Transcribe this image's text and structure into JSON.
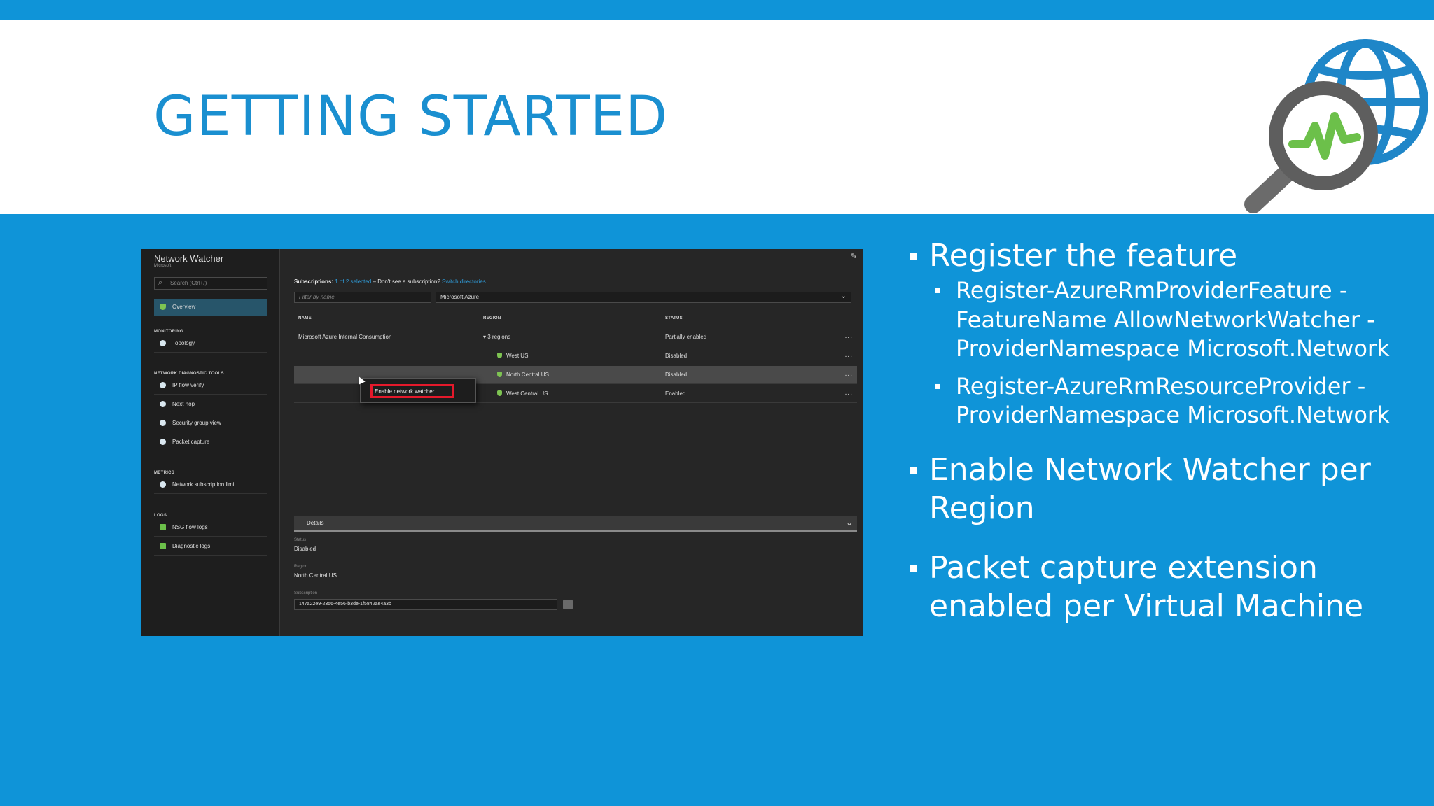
{
  "slide": {
    "title": "GETTING STARTED",
    "colors": {
      "blue": "#0f94d8",
      "title_blue": "#1a8fd0",
      "white": "#ffffff"
    },
    "logo_icon": "network-watcher-globe-magnifier-icon"
  },
  "screenshot": {
    "app_title": "Network Watcher",
    "app_subtitle": "Microsoft",
    "search_placeholder": "Search (Ctrl+/)",
    "nav": {
      "overview": "Overview",
      "monitoring_header": "MONITORING",
      "topology": "Topology",
      "diag_header": "NETWORK DIAGNOSTIC TOOLS",
      "ip_flow": "IP flow verify",
      "next_hop": "Next hop",
      "sec_group": "Security group view",
      "packet_capture": "Packet capture",
      "metrics_header": "METRICS",
      "net_sub_limit": "Network subscription limit",
      "logs_header": "LOGS",
      "nsg_flow": "NSG flow logs",
      "diag_logs": "Diagnostic logs"
    },
    "subscriptions_label": "Subscriptions:",
    "subscriptions_selected": "1 of 2 selected",
    "subscriptions_question": "– Don't see a subscription?",
    "switch_directories": "Switch directories",
    "filter_placeholder": "Filter by name",
    "subscription_dropdown": "Microsoft Azure",
    "columns": {
      "name": "NAME",
      "region": "REGION",
      "status": "STATUS"
    },
    "rows": [
      {
        "name": "Microsoft Azure Internal Consumption",
        "region": "▾ 3 regions",
        "status": "Partially enabled"
      },
      {
        "name": "",
        "region": "West US",
        "status": "Disabled"
      },
      {
        "name": "",
        "region": "North Central US",
        "status": "Disabled"
      },
      {
        "name": "",
        "region": "West Central US",
        "status": "Enabled"
      }
    ],
    "row_menu": "...",
    "context_menu_item": "Enable network watcher",
    "details": {
      "header": "Details",
      "status_label": "Status",
      "status_value": "Disabled",
      "region_label": "Region",
      "region_value": "North Central US",
      "subscription_label": "Subscription",
      "subscription_value": "147a22e9-2356-4e56-b3de-1f5842ae4a3b"
    }
  },
  "bullets": {
    "b1": "Register the feature",
    "b1_sub1": "Register-AzureRmProviderFeature - FeatureName AllowNetworkWatcher - ProviderNamespace Microsoft.Network",
    "b1_sub2": "Register-AzureRmResourceProvider - ProviderNamespace Microsoft.Network",
    "b2": "Enable Network Watcher per Region",
    "b3": "Packet capture extension enabled per Virtual Machine"
  }
}
